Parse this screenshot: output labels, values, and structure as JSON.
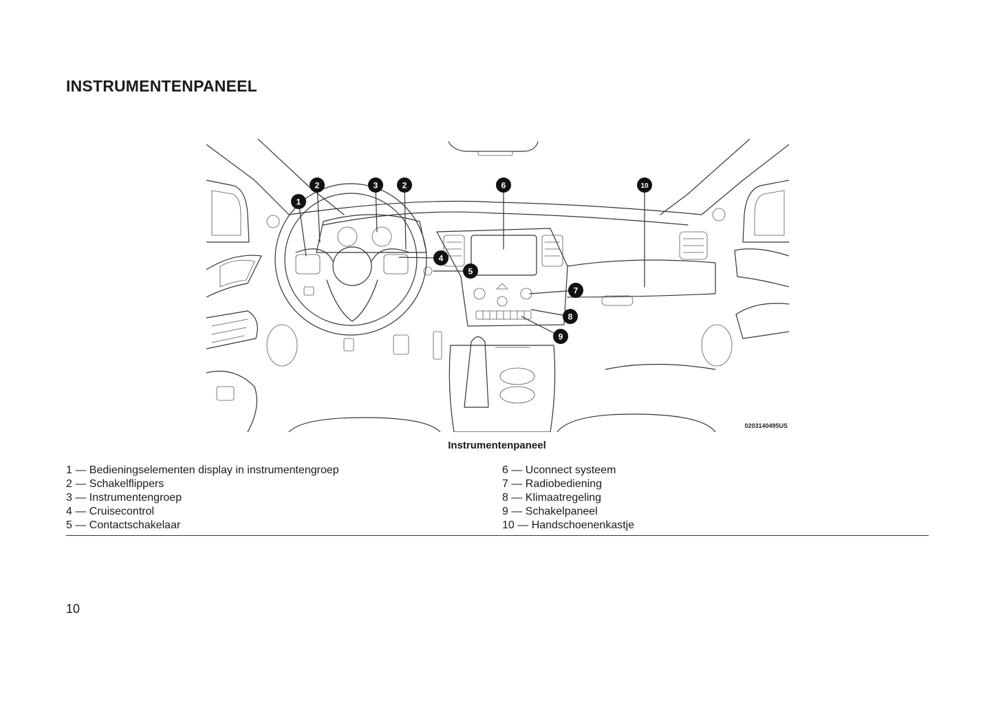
{
  "page": {
    "title": "INSTRUMENTENPANEEL",
    "page_number": "10"
  },
  "figure": {
    "code": "0203140495US",
    "caption": "Instrumentenpaneel",
    "callouts": [
      "1",
      "2",
      "3",
      "2",
      "6",
      "10",
      "4",
      "5",
      "7",
      "8",
      "9"
    ]
  },
  "legend_left": [
    "1 — Bedieningselementen display in instrumentengroep",
    "2 — Schakelflippers",
    "3 — Instrumentengroep",
    "4 — Cruisecontrol",
    "5 — Contactschakelaar"
  ],
  "legend_right": [
    "6 — Uconnect systeem",
    "7 — Radiobediening",
    "8 — Klimaatregeling",
    "9 — Schakelpaneel",
    "10 — Handschoenenkastje"
  ]
}
